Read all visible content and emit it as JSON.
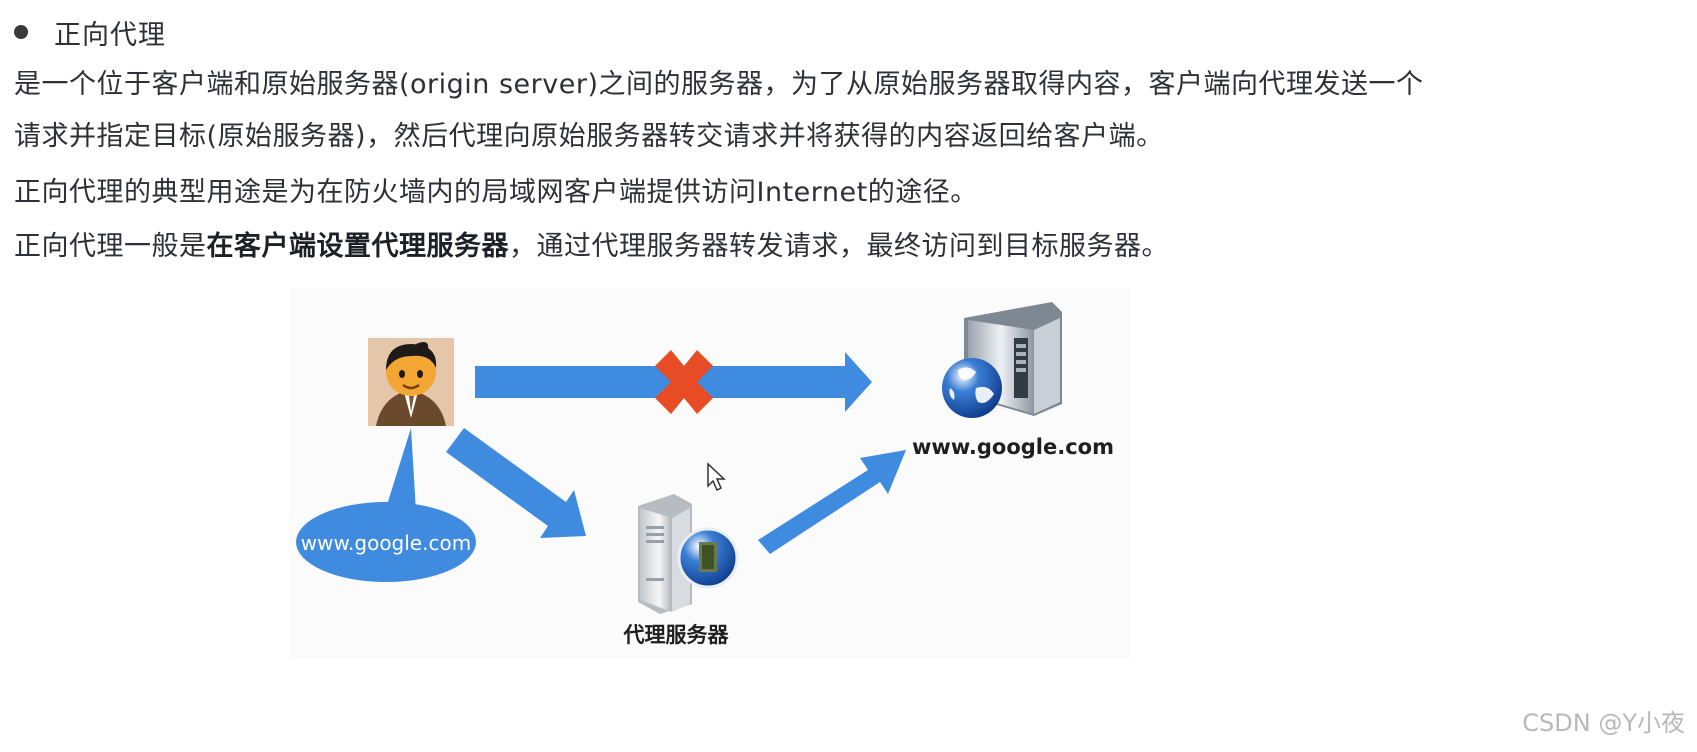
{
  "heading": {
    "bullet": "bullet-icon",
    "title": "正向代理"
  },
  "paragraphs": {
    "line1": "是一个位于客户端和原始服务器(origin server)之间的服务器，为了从原始服务器取得内容，客户端向代理发送一个",
    "line2": "请求并指定目标(原始服务器)，然后代理向原始服务器转交请求并将获得的内容返回给客户端。",
    "line3": "正向代理的典型用途是为在防火墙内的局域网客户端提供访问Internet的途径。",
    "line4_prefix": "正向代理一般是",
    "line4_bold": "在客户端设置代理服务器",
    "line4_suffix": "，通过代理服务器转发请求，最终访问到目标服务器。"
  },
  "diagram": {
    "speech_bubble_text": "www.google.com",
    "target_server_label": "www.google.com",
    "proxy_server_label": "代理服务器",
    "icons": [
      "user-avatar-icon",
      "blocked-x-icon",
      "globe-server-icon",
      "proxy-server-icon",
      "cursor-icon"
    ],
    "colors": {
      "arrow": "#3f8be0",
      "cross": "#e74c24",
      "bubble": "#3f8be0"
    }
  },
  "watermark": "CSDN @Y小夜"
}
